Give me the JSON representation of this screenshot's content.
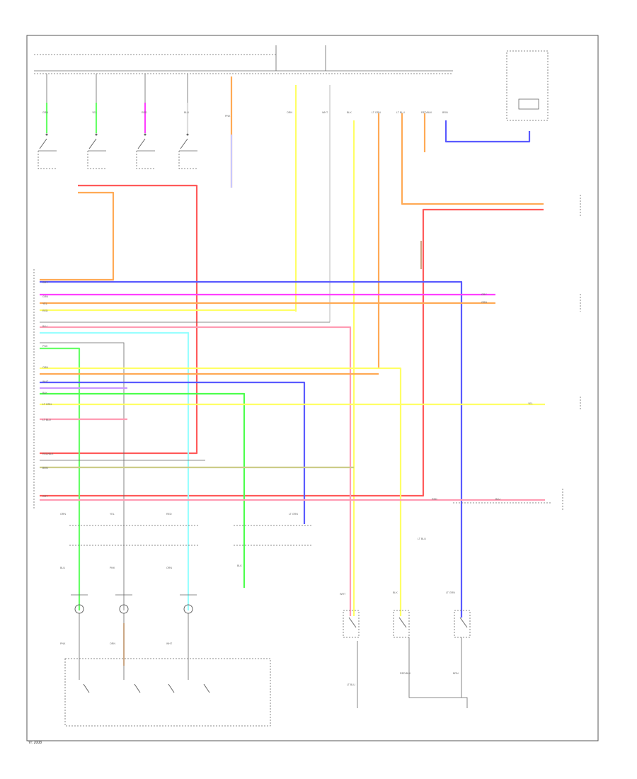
{
  "page": {
    "corner_label": "Yr: 2008"
  },
  "colors": {
    "frame": "#555555",
    "line": "#666666",
    "red": "#ff5a5a",
    "pink": "#ff9cb3",
    "magenta": "#ff40ff",
    "orange": "#ffaa55",
    "yellow": "#ffff66",
    "blue": "#5a5aff",
    "light_green": "#66ff66",
    "green": "#4dff4d",
    "cyan": "#99ffff",
    "lavender": "#c8c8ff",
    "violet": "#cc99ff",
    "tan": "#ccaa88",
    "olive": "#cccc88",
    "grey": "#dddddd"
  },
  "wire_labels": [
    "GRN",
    "YEL",
    "RED",
    "BLU",
    "PNK",
    "ORN",
    "WHT",
    "BLK",
    "LT GRN",
    "LT BLU",
    "RED/BLK",
    "BRN",
    "GRY"
  ]
}
